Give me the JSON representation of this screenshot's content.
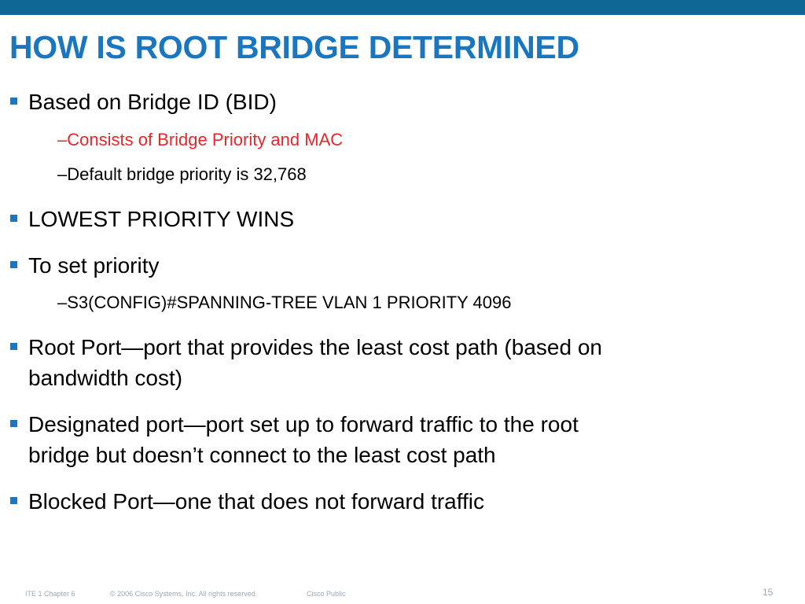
{
  "slide": {
    "title": "HOW IS ROOT BRIDGE DETERMINED",
    "bullets": {
      "b1": "Based on Bridge ID (BID)",
      "b1_sub1": "–Consists of Bridge Priority and MAC",
      "b1_sub2": "–Default bridge priority is 32,768",
      "b2": "LOWEST PRIORITY WINS",
      "b3": "To set priority",
      "b3_sub1": "–S3(CONFIG)#SPANNING-TREE VLAN 1 PRIORITY 4096",
      "b4_line1": "Root Port—port that provides the least cost path (based on",
      "b4_line2": "bandwidth cost)",
      "b5_line1": "Designated port—port set up to forward traffic to the root",
      "b5_line2": "bridge but doesn’t connect to the least cost path",
      "b6": "Blocked Port—one that does not forward traffic"
    }
  },
  "footer": {
    "course": "ITE 1 Chapter 6",
    "copyright": "© 2006 Cisco Systems, Inc. All rights reserved.",
    "classification": "Cisco Public",
    "page_number": "15"
  },
  "colors": {
    "top_bar": "#0f6795",
    "title": "#1a77bf",
    "bullet_square": "#1a77bf",
    "highlight_text": "#e8262a",
    "footer_text": "#9aaab8"
  }
}
